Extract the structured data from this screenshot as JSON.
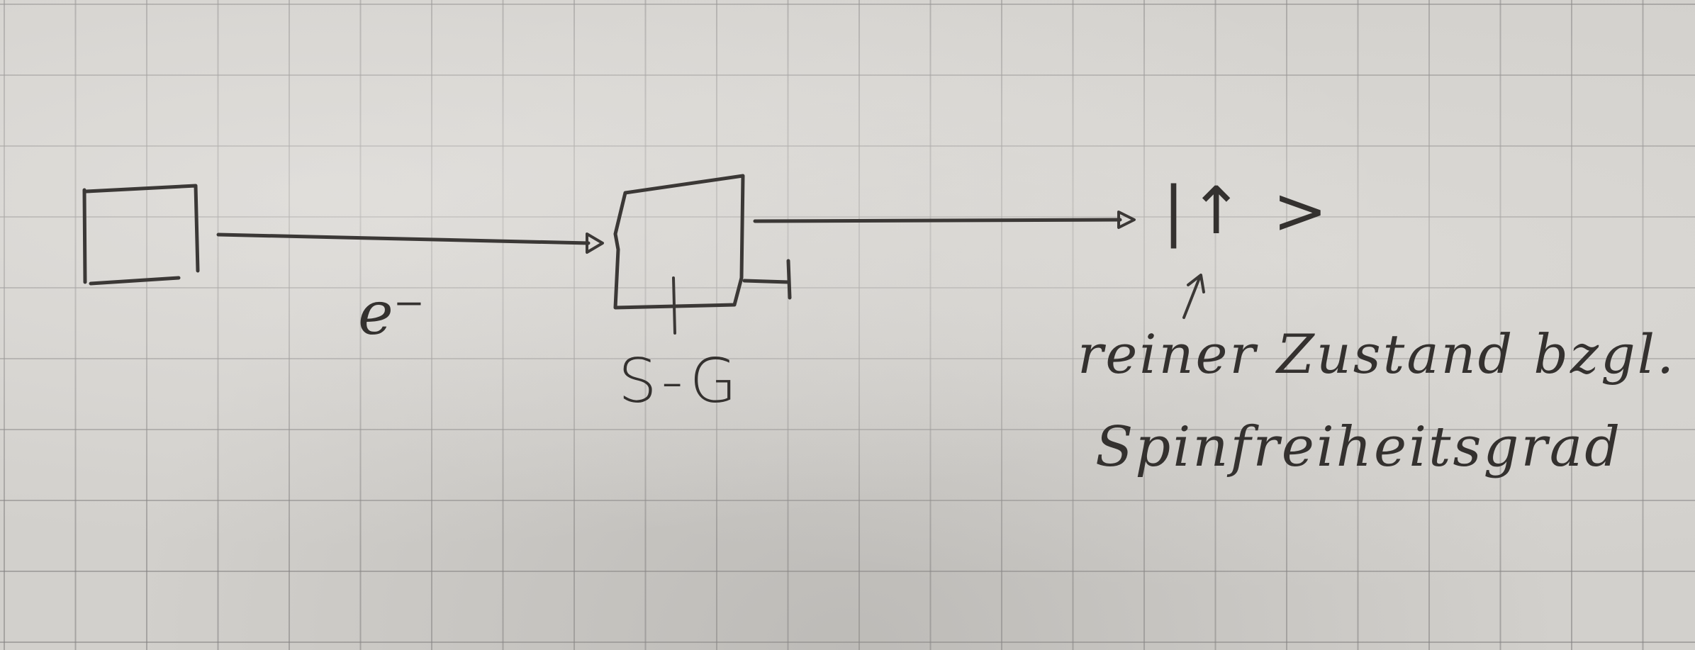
{
  "diagram": {
    "electron_label": "e⁻",
    "apparatus_label": "S-G",
    "output_state": "|↑ >",
    "annotation_line1": "reiner Zustand bzgl.",
    "annotation_line2": "Spinfreiheitsgrad",
    "ink_color": "#3b3836",
    "paper_color": "#d2d0cc"
  }
}
